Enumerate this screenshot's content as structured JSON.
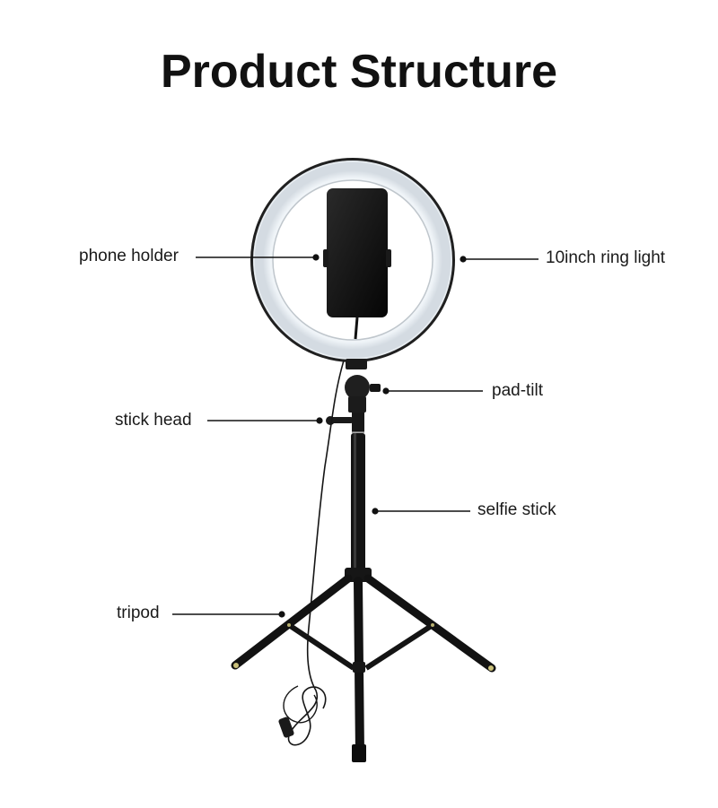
{
  "title": "Product Structure",
  "labels": {
    "phone_holder": "phone holder",
    "ring_light": "10inch ring light",
    "pad_tilt": "pad-tilt",
    "stick_head": "stick head",
    "selfie_stick": "selfie stick",
    "tripod": "tripod"
  },
  "colors": {
    "ring_glow": "#f4f8fb",
    "ring_edge": "#1e1e1e",
    "metal": "#141414",
    "text": "#1a1a1a"
  }
}
